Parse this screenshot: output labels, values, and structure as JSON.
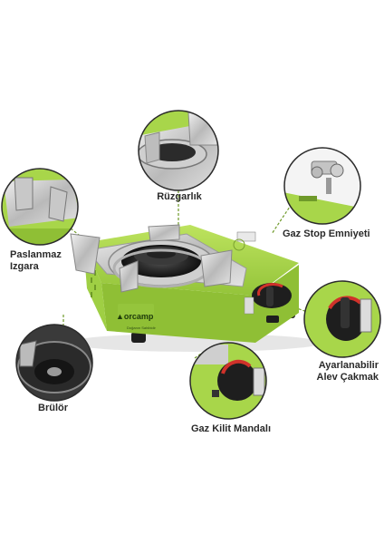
{
  "brand": {
    "logo_text": "orcamp",
    "logo_tagline": "Doğanın Sahibidir"
  },
  "colors": {
    "body_green": "#a8d64a",
    "body_green_dark": "#8fbf35",
    "steel": "#c8c8c8",
    "knob_red": "#d0322a",
    "knob_black": "#1e1e1e",
    "callout_line": "#6f9a2a"
  },
  "features": [
    {
      "label_lines": [
        "Rüzgarlık"
      ]
    },
    {
      "label_lines": [
        "Gaz Stop Emniyeti"
      ]
    },
    {
      "label_lines": [
        "Paslanmaz",
        "Izgara"
      ]
    },
    {
      "label_lines": [
        "Ayarlanabilir",
        "Alev Çakmak"
      ]
    },
    {
      "label_lines": [
        "Brülör"
      ]
    },
    {
      "label_lines": [
        "Gaz Kilit Mandalı"
      ]
    }
  ]
}
